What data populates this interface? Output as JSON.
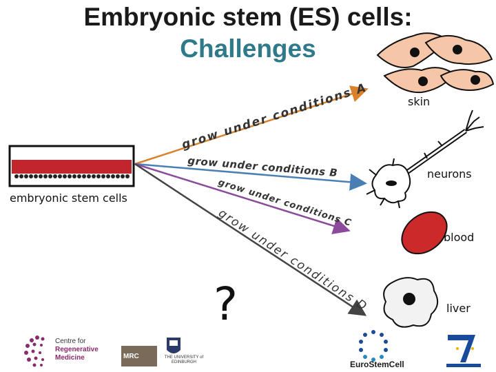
{
  "title": {
    "line1": "Embryonic stem (ES) cells:",
    "line2": "Challenges"
  },
  "source_label": "embryonic stem cells",
  "branches": [
    {
      "label": "grow under conditions A",
      "target": "skin",
      "color": "#d9822b"
    },
    {
      "label": "grow under conditions B",
      "target": "neurons",
      "color": "#4a7fb5"
    },
    {
      "label": "grow under conditions C",
      "target": "blood",
      "color": "#8b4a9c"
    },
    {
      "label": "grow under conditions D",
      "target": "liver",
      "color": "#555555"
    }
  ],
  "unknown_mark": "?",
  "logos": {
    "crm_line1": "Centre for",
    "crm_line2": "Regenerative",
    "crm_line3": "Medicine",
    "mrc": "MRC",
    "edinburgh": "THE UNIVERSITY of EDINBURGH",
    "eurostemcell": "EuroStemCell"
  },
  "colors": {
    "title_accent": "#2e7a8a",
    "skin_cell": "#f5c6a8",
    "blood_cell": "#cc2a2a",
    "dish_red": "#c0272d"
  }
}
